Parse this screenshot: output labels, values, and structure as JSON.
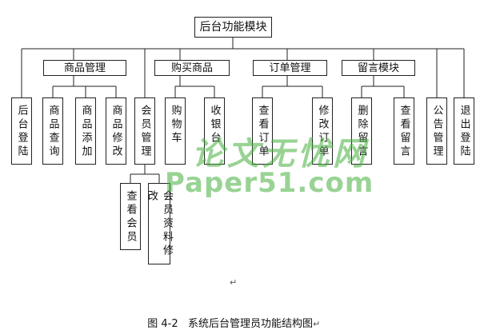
{
  "root": "后台功能模块",
  "groups": {
    "goods": {
      "label": "商品管理",
      "children": [
        "商品查询",
        "商品添加",
        "商品修改"
      ]
    },
    "purchase": {
      "label": "购买商品",
      "children": [
        "购物车",
        "收银台"
      ]
    },
    "orders": {
      "label": "订单管理",
      "children": [
        "查看订单",
        "修改订单"
      ]
    },
    "messages": {
      "label": "留言模块",
      "children": [
        "删除留言",
        "查看留言"
      ]
    }
  },
  "leaves": {
    "login": "后台登陆",
    "members": "会员管理",
    "notices": "公告管理",
    "logout": "退出登陆"
  },
  "member_children": [
    "查看会员",
    "会员资料修改"
  ],
  "caption": "图 4-2   系统后台管理员功能结构图",
  "return_mark": "↵",
  "watermark": {
    "line1": "论文无忧网",
    "line2": "Paper51.com"
  },
  "colors": {
    "line": "#222222",
    "watermark": "#46af3c"
  }
}
